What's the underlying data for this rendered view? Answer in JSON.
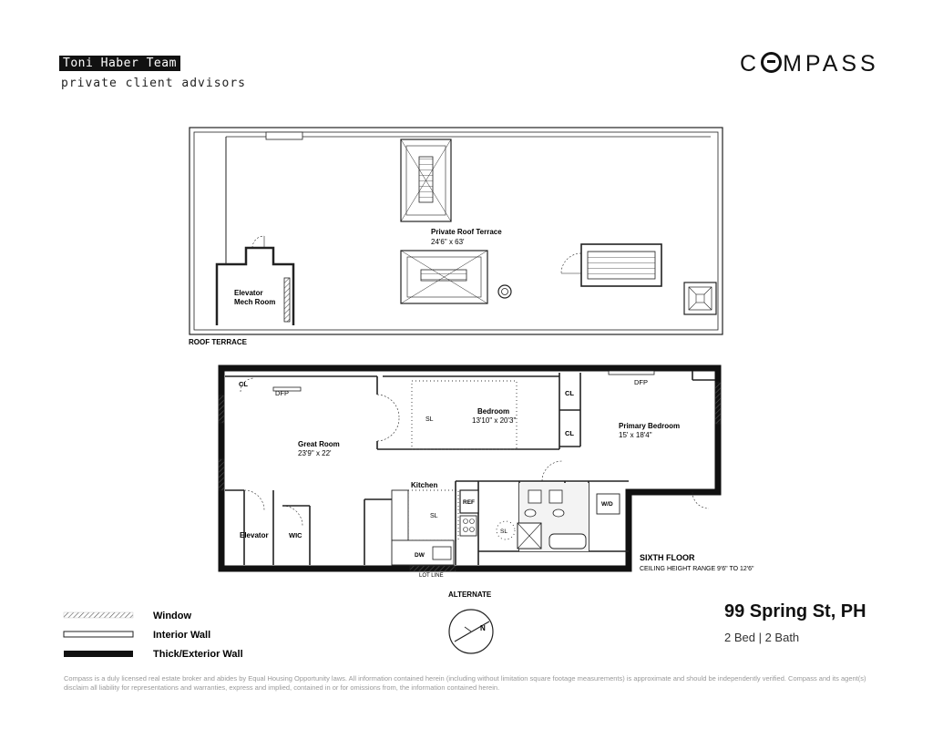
{
  "header": {
    "team_name": "Toni Haber Team",
    "team_subtitle": "private client advisors",
    "brand_prefix": "C",
    "brand_suffix": "MPASS"
  },
  "roof": {
    "terrace_label": "Private Roof Terrace",
    "terrace_dims": "24'6\" x 63'",
    "mech_label_1": "Elevator",
    "mech_label_2": "Mech Room",
    "level_label": "ROOF TERRACE"
  },
  "sixth": {
    "cl_1": "CL",
    "cl_2": "CL",
    "cl_3": "CL",
    "dfp_1": "DFP",
    "dfp_2": "DFP",
    "great_room": "Great Room",
    "great_room_dims": "23'9\" x 22'",
    "bedroom": "Bedroom",
    "bedroom_dims": "13'10\" x 20'3\"",
    "sl_1": "SL",
    "sl_2": "SL",
    "sl_3": "SL",
    "primary_bedroom": "Primary Bedroom",
    "primary_bedroom_dims": "15' x 18'4\"",
    "kitchen": "Kitchen",
    "ref": "REF",
    "dw": "DW",
    "wd": "W/D",
    "elevator": "Elevator",
    "wic": "WIC",
    "lot_line": "LOT LINE",
    "level_label": "SIXTH FLOOR",
    "ceiling": "CEILING HEIGHT RANGE 9'6\" TO 12'6\""
  },
  "compass": {
    "alternate": "ALTERNATE",
    "north": "N"
  },
  "legend": {
    "window": "Window",
    "interior_wall": "Interior Wall",
    "exterior_wall": "Thick/Exterior Wall"
  },
  "listing": {
    "address": "99 Spring St, PH",
    "beds_baths": "2 Bed | 2 Bath"
  },
  "disclaimer": "Compass is a duly licensed real estate broker and abides by Equal Housing Opportunity laws. All information contained herein (including without limitation square footage measurements) is approximate and should be independently verified. Compass and its agent(s) disclaim all liability for representations and warranties, express and implied, contained in or for omissions from, the information contained herein."
}
